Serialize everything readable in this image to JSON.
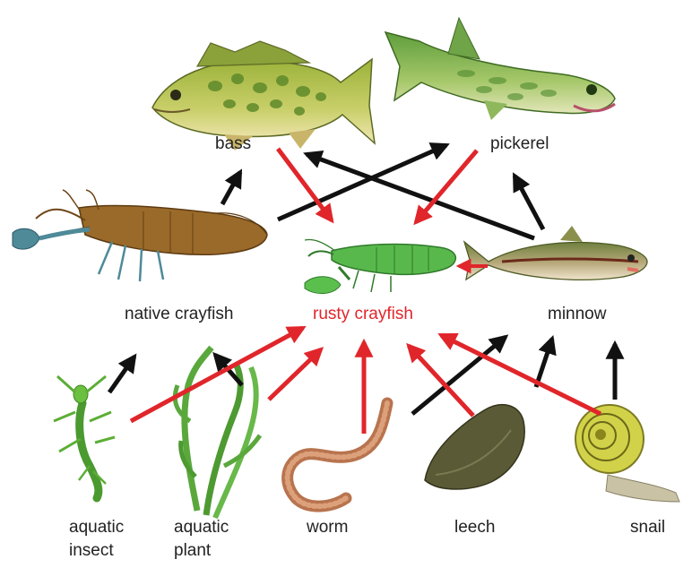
{
  "colors": {
    "red_arrow": "#e0262b",
    "black_arrow": "#111111",
    "red_label": "#e0262b",
    "label": "#222222"
  },
  "organisms": {
    "bass": {
      "label": "bass",
      "icon": "bass-fish-icon"
    },
    "pickerel": {
      "label": "pickerel",
      "icon": "pickerel-fish-icon"
    },
    "native_crayfish": {
      "label": "native crayfish",
      "icon": "native-crayfish-icon"
    },
    "rusty_crayfish": {
      "label": "rusty crayfish",
      "icon": "rusty-crayfish-icon"
    },
    "minnow": {
      "label": "minnow",
      "icon": "minnow-fish-icon"
    },
    "aquatic_insect": {
      "label_line1": "aquatic",
      "label_line2": "insect",
      "icon": "aquatic-insect-icon"
    },
    "aquatic_plant": {
      "label_line1": "aquatic",
      "label_line2": "plant",
      "icon": "aquatic-plant-icon"
    },
    "worm": {
      "label": "worm",
      "icon": "worm-icon"
    },
    "leech": {
      "label": "leech",
      "icon": "leech-icon"
    },
    "snail": {
      "label": "snail",
      "icon": "snail-icon"
    }
  },
  "arrows": [
    {
      "from": "native_crayfish",
      "to": "bass",
      "color": "black"
    },
    {
      "from": "native_crayfish",
      "to": "pickerel",
      "color": "black"
    },
    {
      "from": "bass",
      "to": "rusty_crayfish",
      "color": "red"
    },
    {
      "from": "pickerel",
      "to": "rusty_crayfish",
      "color": "red"
    },
    {
      "from": "minnow",
      "to": "bass",
      "color": "black"
    },
    {
      "from": "minnow",
      "to": "pickerel",
      "color": "black"
    },
    {
      "from": "minnow",
      "to": "rusty_crayfish",
      "color": "red"
    },
    {
      "from": "aquatic_insect",
      "to": "native_crayfish",
      "color": "black"
    },
    {
      "from": "aquatic_plant",
      "to": "native_crayfish",
      "color": "black"
    },
    {
      "from": "aquatic_insect",
      "to": "rusty_crayfish",
      "color": "red"
    },
    {
      "from": "aquatic_plant",
      "to": "rusty_crayfish",
      "color": "red"
    },
    {
      "from": "worm",
      "to": "rusty_crayfish",
      "color": "red"
    },
    {
      "from": "leech",
      "to": "rusty_crayfish",
      "color": "red"
    },
    {
      "from": "snail",
      "to": "rusty_crayfish",
      "color": "red"
    },
    {
      "from": "worm",
      "to": "minnow",
      "color": "black"
    },
    {
      "from": "leech",
      "to": "minnow",
      "color": "black"
    },
    {
      "from": "snail",
      "to": "minnow",
      "color": "black"
    }
  ]
}
